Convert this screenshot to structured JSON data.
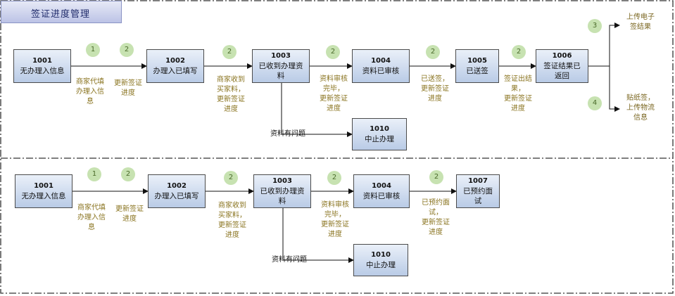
{
  "title": "签证进度管理",
  "flow1": {
    "boxes": [
      {
        "code": "1001",
        "label": "无办理入信息"
      },
      {
        "code": "1002",
        "label": "办理入已填写"
      },
      {
        "code": "1003",
        "label": "已收到办理资",
        "label2": "料"
      },
      {
        "code": "1004",
        "label": "资料已审核"
      },
      {
        "code": "1005",
        "label": "已送签"
      },
      {
        "code": "1006",
        "label": "签证结果已",
        "label2": "返回"
      },
      {
        "code": "1010",
        "label": "中止办理"
      }
    ],
    "steps": [
      "1",
      "2",
      "2",
      "2",
      "2",
      "2",
      "3",
      "4"
    ],
    "notes": {
      "merchant_fill": [
        "商家代填",
        "办理入信",
        "息"
      ],
      "update_progress": [
        "更新签证",
        "进度"
      ],
      "received": [
        "商家收到",
        "买家料，",
        "更新签证",
        "进度"
      ],
      "reviewed": [
        "资料审核",
        "完毕，",
        "更新签证",
        "进度"
      ],
      "sent": [
        "已送签，",
        "更新签证",
        "进度"
      ],
      "result": [
        "签证出结",
        "果，",
        "更新签证",
        "进度"
      ],
      "upload_e": [
        "上传电子",
        "签结果"
      ],
      "sticker": [
        "贴纸签，",
        "上传物流",
        "信息"
      ],
      "problem": "资料有问题"
    }
  },
  "flow2": {
    "boxes": [
      {
        "code": "1001",
        "label": "无办理入信息"
      },
      {
        "code": "1002",
        "label": "办理入已填写"
      },
      {
        "code": "1003",
        "label": "已收到办理资",
        "label2": "料"
      },
      {
        "code": "1004",
        "label": "资料已审核"
      },
      {
        "code": "1007",
        "label": "已预约面",
        "label2": "试"
      },
      {
        "code": "1010",
        "label": "中止办理"
      }
    ],
    "steps": [
      "1",
      "2",
      "2",
      "2",
      "2"
    ],
    "notes": {
      "merchant_fill": [
        "商家代填",
        "办理入信",
        "息"
      ],
      "update_progress": [
        "更新签证",
        "进度"
      ],
      "received": [
        "商家收到",
        "买家料，",
        "更新签证",
        "进度"
      ],
      "reviewed": [
        "资料审核",
        "完毕，",
        "更新签证",
        "进度"
      ],
      "appointment": [
        "已预约面",
        "试，",
        "更新签证",
        "进度"
      ],
      "problem": "资料有问题"
    }
  }
}
